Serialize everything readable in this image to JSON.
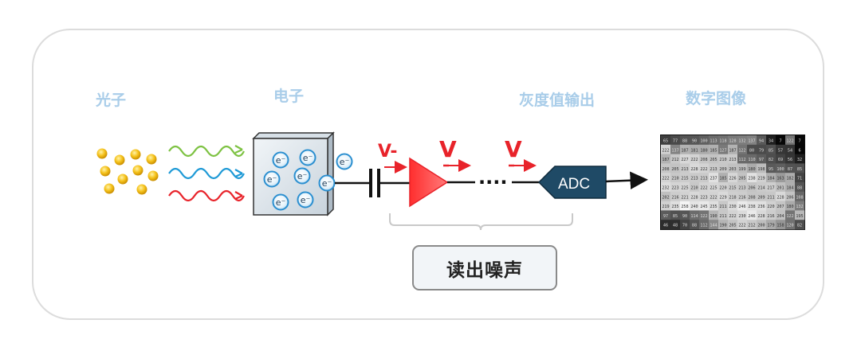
{
  "labels": {
    "photons": "光子",
    "electrons": "电子",
    "gray_output": "灰度值输出",
    "digital_image": "数字图像"
  },
  "electron_symbol": "e⁻",
  "voltage_labels": {
    "v_minus": "V-",
    "v1": "V",
    "v2": "V"
  },
  "ellipsis": "····",
  "adc_label": "ADC",
  "noise_label": "读出噪声",
  "colors": {
    "label_blue": "#a9cde9",
    "photon_gold": "#f2b300",
    "amplifier_red": "#ff3b3b",
    "adc_navy": "#1f4a66",
    "wave_green": "#7dc242",
    "wave_blue": "#1f9ad6",
    "wave_red": "#e8232a",
    "electron_blue": "#2b8fd0"
  },
  "pixel_grid_values": [
    [
      "65",
      "77",
      "88",
      "90",
      "100",
      "113",
      "118",
      "128",
      "132",
      "137",
      "94",
      "34",
      "7",
      "122",
      "7"
    ],
    [
      "222",
      "137",
      "187",
      "181",
      "180",
      "185",
      "127",
      "187",
      "122",
      "80",
      "79",
      "85",
      "57",
      "54",
      "6"
    ],
    [
      "187",
      "212",
      "227",
      "222",
      "208",
      "205",
      "210",
      "213",
      "112",
      "110",
      "97",
      "82",
      "69",
      "56",
      "32"
    ],
    [
      "208",
      "205",
      "213",
      "228",
      "222",
      "213",
      "209",
      "203",
      "199",
      "180",
      "198",
      "95",
      "100",
      "87",
      "85"
    ],
    [
      "222",
      "210",
      "215",
      "213",
      "213",
      "237",
      "185",
      "226",
      "205",
      "238",
      "219",
      "184",
      "163",
      "182",
      "71"
    ],
    [
      "232",
      "223",
      "225",
      "210",
      "222",
      "225",
      "220",
      "215",
      "213",
      "206",
      "214",
      "217",
      "201",
      "184",
      "88"
    ],
    [
      "202",
      "216",
      "221",
      "228",
      "223",
      "222",
      "229",
      "218",
      "216",
      "208",
      "209",
      "211",
      "228",
      "206",
      "108"
    ],
    [
      "219",
      "235",
      "258",
      "240",
      "245",
      "235",
      "211",
      "230",
      "246",
      "238",
      "236",
      "220",
      "207",
      "180",
      "132"
    ],
    [
      "97",
      "85",
      "90",
      "114",
      "122",
      "190",
      "211",
      "222",
      "230",
      "246",
      "228",
      "216",
      "204",
      "122",
      "195"
    ],
    [
      "46",
      "48",
      "70",
      "88",
      "112",
      "144",
      "190",
      "205",
      "222",
      "212",
      "200",
      "179",
      "158",
      "120",
      "82"
    ]
  ]
}
